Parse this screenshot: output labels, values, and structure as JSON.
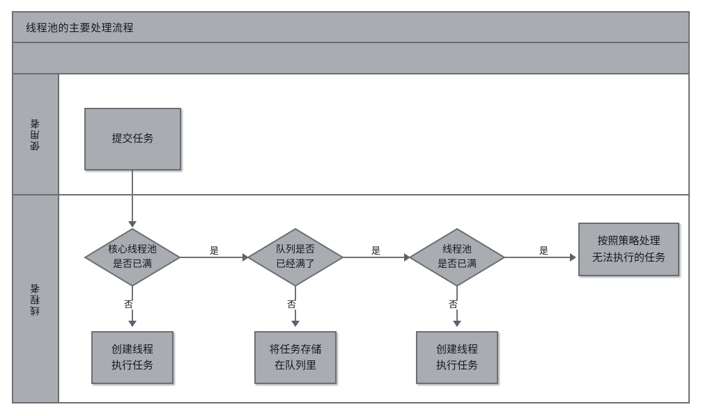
{
  "diagram": {
    "title": "线程池的主要处理流程",
    "subtitle": "",
    "colors": {
      "shape_fill": "#a9adb2",
      "shape_border": "#6b6e72",
      "connector": "#6e7175",
      "lane_fill": "#a9adb2",
      "canvas": "#ffffff",
      "text": "#15171a"
    },
    "lanes": [
      {
        "id": "user",
        "label": "使用者"
      },
      {
        "id": "thread",
        "label": "线程者"
      }
    ],
    "nodes": {
      "submit_task": {
        "type": "process",
        "text": "提交任务",
        "lane": "user"
      },
      "core_pool_full": {
        "type": "decision",
        "line1": "核心线程池",
        "line2": "是否已满",
        "lane": "thread"
      },
      "queue_full": {
        "type": "decision",
        "line1": "队列是否",
        "line2": "已经满了",
        "lane": "thread"
      },
      "pool_full": {
        "type": "decision",
        "line1": "线程池",
        "line2": "是否已满",
        "lane": "thread"
      },
      "reject_policy": {
        "type": "process",
        "line1": "按照策略处理",
        "line2": "无法执行的任务",
        "lane": "thread"
      },
      "create_thread_1": {
        "type": "process",
        "line1": "创建线程",
        "line2": "执行任务",
        "lane": "thread"
      },
      "store_in_queue": {
        "type": "process",
        "line1": "将任务存储",
        "line2": "在队列里",
        "lane": "thread"
      },
      "create_thread_2": {
        "type": "process",
        "line1": "创建线程",
        "line2": "执行任务",
        "lane": "thread"
      }
    },
    "edges": [
      {
        "from": "submit_task",
        "to": "core_pool_full",
        "label": ""
      },
      {
        "from": "core_pool_full",
        "to": "queue_full",
        "label": "是"
      },
      {
        "from": "queue_full",
        "to": "pool_full",
        "label": "是"
      },
      {
        "from": "pool_full",
        "to": "reject_policy",
        "label": "是"
      },
      {
        "from": "core_pool_full",
        "to": "create_thread_1",
        "label": "否"
      },
      {
        "from": "queue_full",
        "to": "store_in_queue",
        "label": "否"
      },
      {
        "from": "pool_full",
        "to": "create_thread_2",
        "label": "否"
      }
    ]
  }
}
